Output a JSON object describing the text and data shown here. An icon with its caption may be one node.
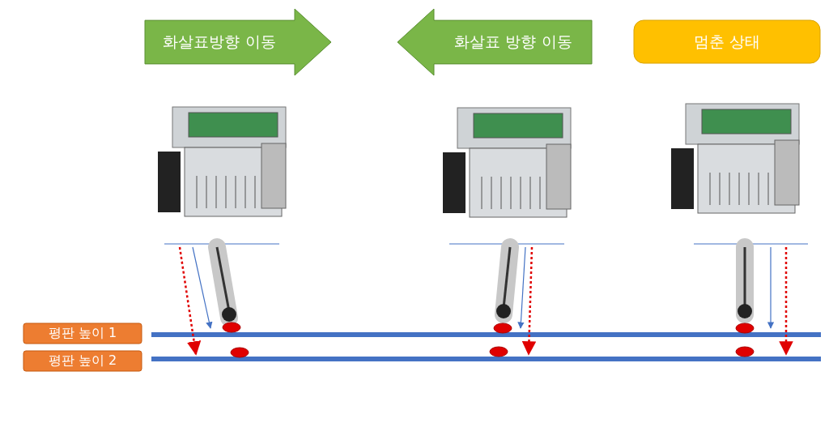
{
  "diagram": {
    "nodes": [
      {
        "text": [
          "화살표방향 이동"
        ]
      },
      {
        "text": [
          "화살표 방향 이동"
        ]
      },
      {
        "text": [
          "멈춘 상태"
        ]
      },
      {
        "text": [
          "평판 높이 1"
        ]
      },
      {
        "text": [
          "평판 높이 2"
        ]
      }
    ]
  }
}
